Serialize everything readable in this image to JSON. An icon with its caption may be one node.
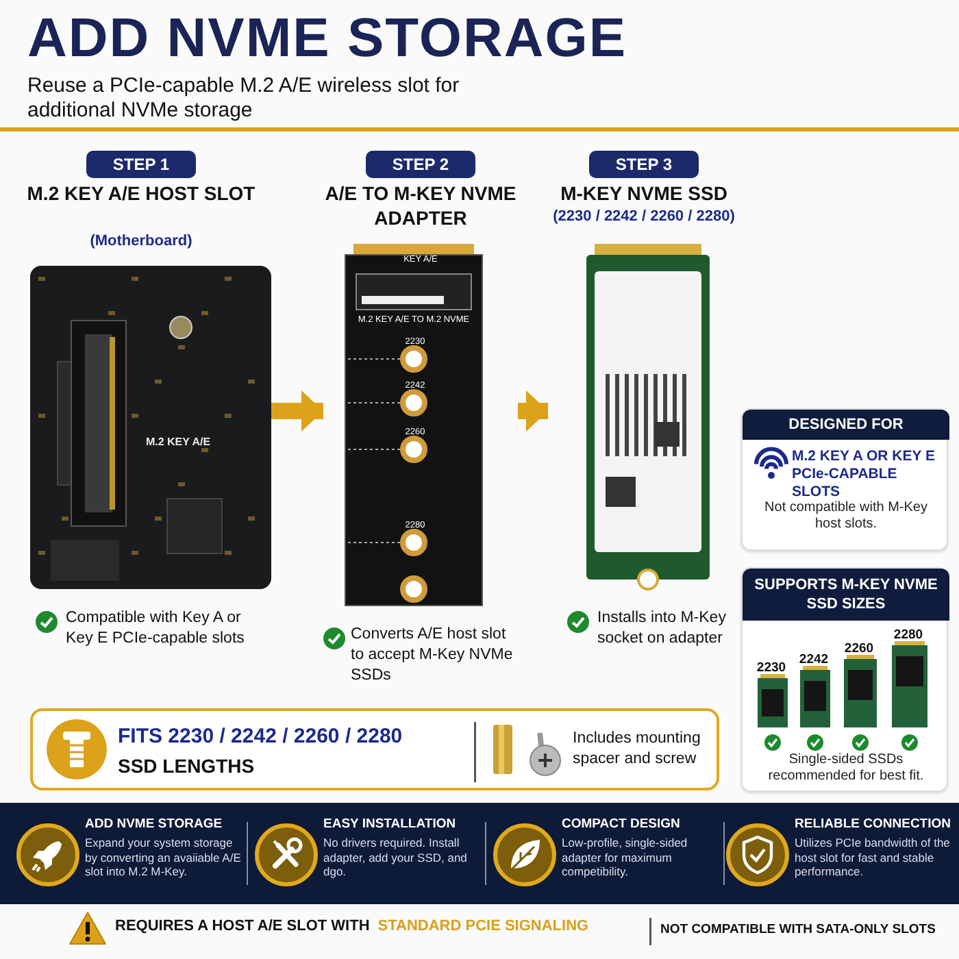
{
  "diagram": {
    "title": "ADD NVME STORAGE",
    "nodes": [
      {
        "text": [
          "STEP 1",
          "M.2 KEY A/E HOST SLOT",
          "(Motherboard)",
          "Compatible with Key A or Key E PCIe-capable slots"
        ]
      },
      {
        "text": [
          "STEP 2",
          "A/E TO M-KEY NVME ADAPTER",
          "Converts A/E host slot to accept M-Key NVMe SSDs"
        ]
      },
      {
        "text": [
          "STEP 3",
          "M-KEY NVME SSD",
          "(2230 / 2242 / 2260 / 2280)",
          "Installs into M-Key socket on adapter"
        ]
      },
      {
        "text": [
          "DESIGNED FOR",
          "M.2 KEY A OR KEY E PCIe-CAPABLE SLOTS",
          "Not compatible with M-Key host slots."
        ]
      },
      {
        "text": [
          "SUPPORTS M-KEY NVME SSD SIZES",
          "Single-sided SSDs recommended for best fit."
        ]
      },
      {
        "text": [
          "FITS 2230 / 2242 / 2260 / 2280",
          "SSD LENGTHS",
          "Includes mounting spacer and screw"
        ]
      },
      {
        "text": [
          "ADD NVME STORAGE",
          "Expand your system storage by converting an avaiiable A/E slot into M.2 M-Key."
        ]
      },
      {
        "text": [
          "EASY INSTALLATION",
          "No drivers required. Install adapter, add your SSD, and dgo."
        ]
      },
      {
        "text": [
          "COMPACT DESIGN",
          "Low-profile, single-sided adapter for maximum competibility."
        ]
      },
      {
        "text": [
          "RELIABLE CONNECTION",
          "Utilizes PCIe bandwidth of the host slot for fast and stable performance."
        ]
      }
    ],
    "edges": [
      {
        "from": 0,
        "to": 1,
        "arrow": "to"
      },
      {
        "from": 1,
        "to": 2,
        "arrow": "to"
      }
    ],
    "labels": [
      "Reuse a PCIe-capable M.2 A/E wireless slot for additional NVMe storage",
      "M.2 KEY A/E",
      "KEY A/E",
      "M.2 KEY A/E TO M.2 NVME",
      "2230",
      "2242",
      "2260",
      "2280",
      "2230",
      "2242",
      "2260",
      "2280",
      "REQUIRES A HOST A/E SLOT WITH",
      "STANDARD PCIE SIGNALING",
      "NOT COMPATIBLE WITH SATA-ONLY SLOTS"
    ]
  }
}
